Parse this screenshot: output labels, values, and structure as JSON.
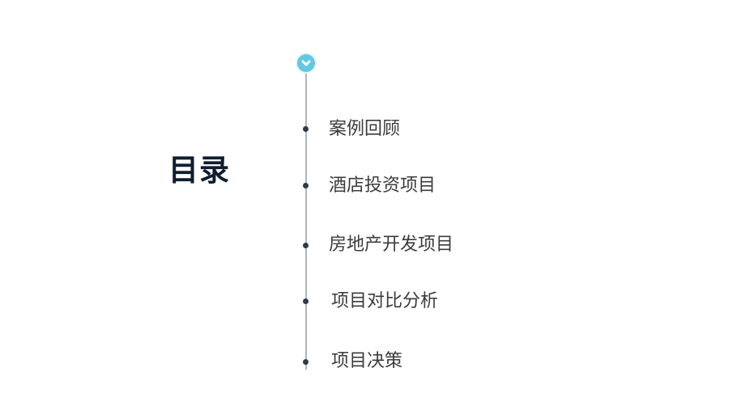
{
  "slide": {
    "title": "目录",
    "top_icon": "chevron-down-icon",
    "accent_color": "#64c7e3",
    "line_color": "#aeb6c1",
    "dot_color": "#2f3b4a",
    "title_color": "#0f1d2f",
    "text_color": "#3c3c3c",
    "items": [
      {
        "label": "案例回顾"
      },
      {
        "label": "酒店投资项目"
      },
      {
        "label": "房地产开发项目"
      },
      {
        "label": "项目对比分析"
      },
      {
        "label": "项目决策"
      }
    ]
  }
}
